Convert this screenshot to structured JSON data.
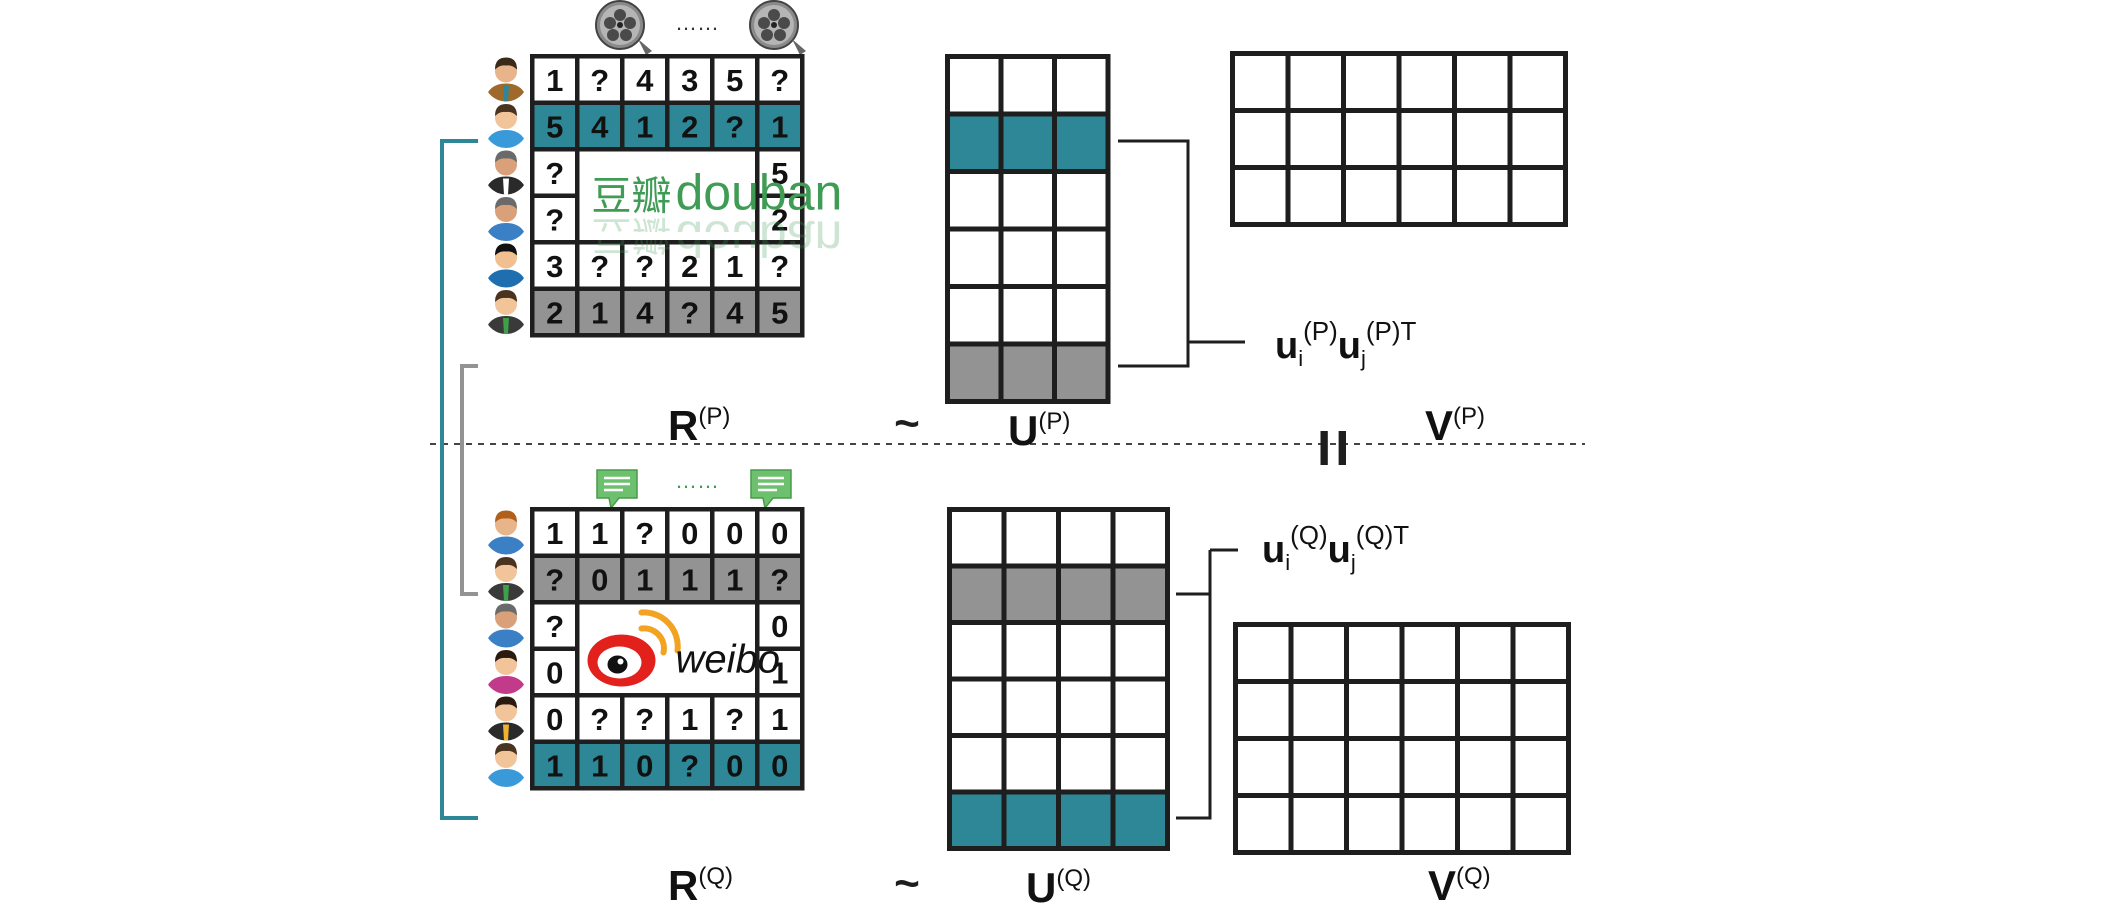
{
  "colors": {
    "teal": "#2e8797",
    "gray": "#939393",
    "border": "#1e1e1e",
    "douban_green": "#3f9c55",
    "weibo_red": "#e2211d",
    "weibo_orange": "#f3a322",
    "comment_green": "#6dc06e"
  },
  "top": {
    "items_ellipsis": "……",
    "matrix_r": {
      "label_main": "R",
      "label_sup": "(P)",
      "rows": [
        [
          "1",
          "?",
          "4",
          "3",
          "5",
          "?"
        ],
        [
          "5",
          "4",
          "1",
          "2",
          "?",
          "1"
        ],
        [
          "?",
          "",
          "",
          "",
          "",
          "5"
        ],
        [
          "?",
          "",
          "",
          "",
          "",
          "2"
        ],
        [
          "3",
          "?",
          "?",
          "2",
          "1",
          "?"
        ],
        [
          "2",
          "1",
          "4",
          "?",
          "4",
          "5"
        ]
      ],
      "row_styles": [
        "white",
        "teal",
        "white",
        "white",
        "white",
        "gray"
      ],
      "logo": {
        "name": "douban",
        "cn_text": "豆瓣",
        "en_text": "douban"
      }
    },
    "tilde": "~",
    "matrix_u": {
      "label_main": "U",
      "label_sup": "(P)",
      "rows": 6,
      "cols": 3,
      "row_styles": [
        "white",
        "teal",
        "white",
        "white",
        "white",
        "gray"
      ]
    },
    "matrix_v": {
      "label_main": "V",
      "label_sup": "(P)",
      "rows": 3,
      "cols": 6
    },
    "product_label": {
      "u1": "u",
      "sub1": "i",
      "sup1": "(P)",
      "u2": "u",
      "sub2": "j",
      "sup2": "(P)T"
    },
    "user_avatars": [
      "user-man-brown-suit",
      "user-man-teal-shirt",
      "user-man-black-suit",
      "user-man-blue-shirt",
      "user-man-black-hair",
      "user-man-green-tie"
    ]
  },
  "bottom": {
    "items_ellipsis": "……",
    "matrix_r": {
      "label_main": "R",
      "label_sup": "(Q)",
      "rows": [
        [
          "1",
          "1",
          "?",
          "0",
          "0",
          "0"
        ],
        [
          "?",
          "0",
          "1",
          "1",
          "1",
          "?"
        ],
        [
          "?",
          "",
          "",
          "",
          "",
          "0"
        ],
        [
          "0",
          "",
          "",
          "",
          "",
          "1"
        ],
        [
          "0",
          "?",
          "?",
          "1",
          "?",
          "1"
        ],
        [
          "1",
          "1",
          "0",
          "?",
          "0",
          "0"
        ]
      ],
      "row_styles": [
        "white",
        "gray",
        "white",
        "white",
        "white",
        "teal"
      ],
      "logo": {
        "name": "weibo",
        "text": "weibo"
      }
    },
    "tilde": "~",
    "matrix_u": {
      "label_main": "U",
      "label_sup": "(Q)",
      "rows": 6,
      "cols": 4,
      "row_styles": [
        "white",
        "gray",
        "white",
        "white",
        "white",
        "teal"
      ]
    },
    "matrix_v": {
      "label_main": "V",
      "label_sup": "(Q)",
      "rows": 4,
      "cols": 6
    },
    "product_label": {
      "u1": "u",
      "sub1": "i",
      "sup1": "(Q)",
      "u2": "u",
      "sub2": "j",
      "sup2": "(Q)T"
    },
    "user_avatars": [
      "user-man-orange-shirt",
      "user-man-green-tie",
      "user-man-blue-shirt",
      "user-woman-pink-top",
      "user-woman-writing",
      "user-man-teal-shirt"
    ]
  },
  "equals_sign": "="
}
